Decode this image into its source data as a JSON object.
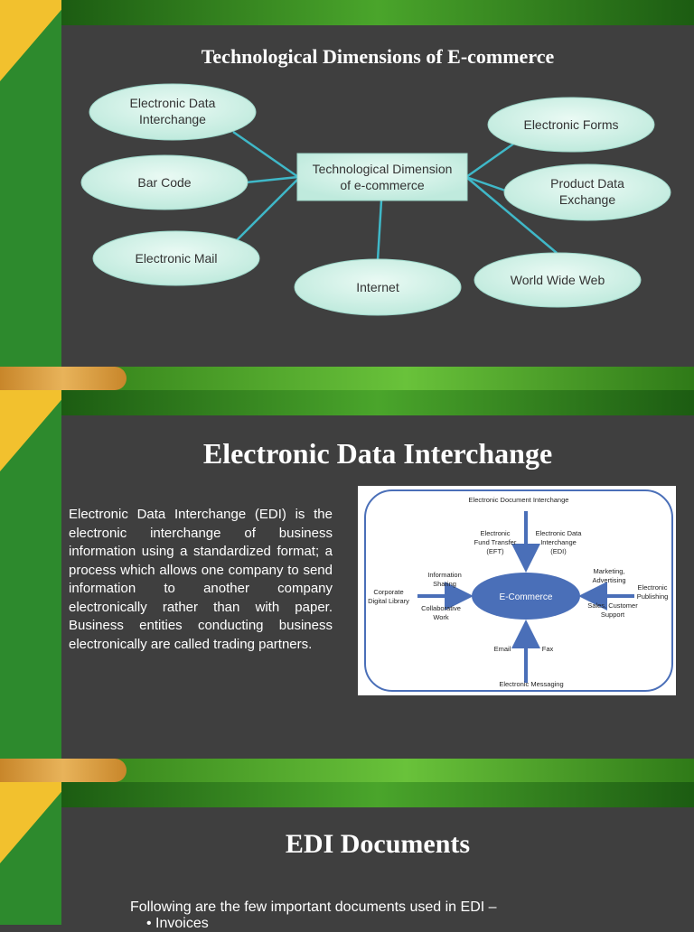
{
  "slide1": {
    "title": "Technological Dimensions of E-commerce",
    "center_label": "Technological Dimension of e-commerce",
    "nodes": {
      "edi": "Electronic Data Interchange",
      "bar_code": "Bar Code",
      "email": "Electronic Mail",
      "internet": "Internet",
      "forms": "Electronic Forms",
      "pde": "Product Data Exchange",
      "www": "World Wide Web"
    }
  },
  "slide2": {
    "title": "Electronic Data Interchange",
    "body": "Electronic Data Interchange (EDI) is the electronic interchange of business information using a standardized format; a process which allows one company to send information to another company electronically rather than with paper. Business entities conducting business electronically are called trading partners.",
    "diagram": {
      "center": "E-Commerce",
      "top": "Electronic Document Interchange",
      "eft": "Electronic Fund Transfer (EFT)",
      "edi": "Electronic Data Interchange (EDI)",
      "corporate": "Corporate Digital Library",
      "info_sharing": "Information Sharing",
      "collab": "Collaborative Work",
      "marketing": "Marketing, Advertising",
      "publishing": "Electronic Publishing",
      "sales": "Sales, Customer Support",
      "email": "Email",
      "fax": "Fax",
      "messaging": "Electronic Messaging"
    }
  },
  "slide3": {
    "title": "EDI Documents",
    "intro": "Following are the few important documents used in EDI –",
    "items": [
      "Invoices"
    ]
  }
}
